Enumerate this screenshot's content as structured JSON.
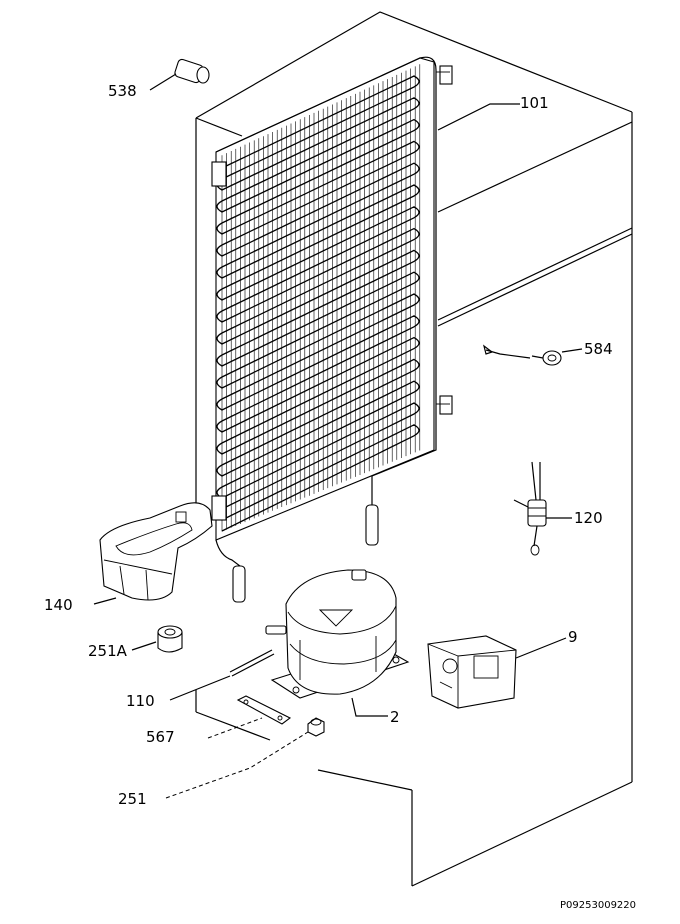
{
  "labels": {
    "p538": "538",
    "p101": "101",
    "p584": "584",
    "p120": "120",
    "p9": "9",
    "p140": "140",
    "p251A": "251A",
    "p110": "110",
    "p567": "567",
    "p2": "2",
    "p251": "251"
  },
  "drawing_code": "P09253009220"
}
